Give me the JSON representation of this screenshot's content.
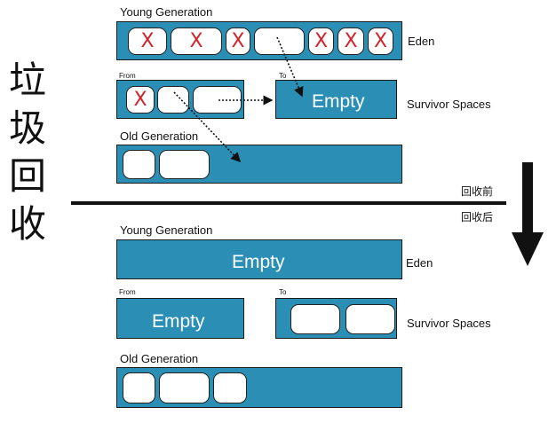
{
  "left_title_chars": [
    "垃",
    "圾",
    "回",
    "收"
  ],
  "before_label": "回收前",
  "after_label": "回收后",
  "before": {
    "young_generation_label": "Young Generation",
    "eden_label": "Eden",
    "from_label": "From",
    "to_label": "To",
    "to_text": "Empty",
    "survivor_label": "Survivor Spaces",
    "old_generation_label": "Old Generation",
    "mark": "X"
  },
  "after": {
    "young_generation_label": "Young Generation",
    "eden_text": "Empty",
    "eden_label": "Eden",
    "from_label": "From",
    "from_text": "Empty",
    "to_label": "To",
    "survivor_label": "Survivor Spaces",
    "old_generation_label": "Old Generation"
  },
  "colors": {
    "region_fill": "#2b8fb5",
    "mark_color": "#d2232a",
    "divider": "#111111"
  }
}
